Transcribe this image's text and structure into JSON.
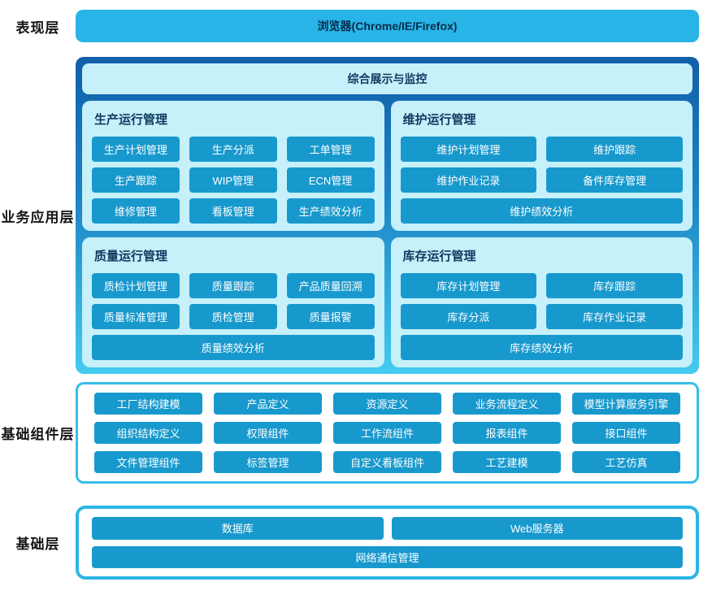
{
  "colors": {
    "bar_cyan": "#29b4e7",
    "business_gradient_top": "#115fa9",
    "business_gradient_bottom": "#44cbf0",
    "panel_light_cyan": "#c6f0fa",
    "button_blue": "#1899cd",
    "outline_cyan": "#36bee9",
    "title_navy": "#0e3a5f",
    "button_text": "#ffffff",
    "label_text": "#141414"
  },
  "layers": {
    "presentation": {
      "label": "表现层",
      "bar": "浏览器(Chrome/IE/Firefox)"
    },
    "business": {
      "label": "业务应用层",
      "header": "综合展示与监控",
      "panels": [
        {
          "id": "production",
          "title": "生产运行管理",
          "cols": 3,
          "last_spans_row": false,
          "buttons": [
            "生产计划管理",
            "生产分派",
            "工单管理",
            "生产跟踪",
            "WIP管理",
            "ECN管理",
            "维修管理",
            "看板管理",
            "生产绩效分析"
          ]
        },
        {
          "id": "maintenance",
          "title": "维护运行管理",
          "cols": 2,
          "last_spans_row": true,
          "buttons": [
            "维护计划管理",
            "维护跟踪",
            "维护作业记录",
            "备件库存管理",
            "维护绩效分析"
          ]
        },
        {
          "id": "quality",
          "title": "质量运行管理",
          "cols": 3,
          "last_spans_row": true,
          "buttons": [
            "质检计划管理",
            "质量跟踪",
            "产品质量回溯",
            "质量标准管理",
            "质检管理",
            "质量报警",
            "质量绩效分析"
          ]
        },
        {
          "id": "inventory",
          "title": "库存运行管理",
          "cols": 2,
          "last_spans_row": true,
          "buttons": [
            "库存计划管理",
            "库存跟踪",
            "库存分派",
            "库存作业记录",
            "库存绩效分析"
          ]
        }
      ]
    },
    "components": {
      "label": "基础组件层",
      "buttons": [
        "工厂结构建模",
        "产品定义",
        "资源定义",
        "业务流程定义",
        "模型计算服务引擎",
        "组织结构定义",
        "权限组件",
        "工作流组件",
        "报表组件",
        "接口组件",
        "文件管理组件",
        "标签管理",
        "自定义看板组件",
        "工艺建模",
        "工艺仿真"
      ]
    },
    "base": {
      "label": "基础层",
      "buttons": [
        "数据库",
        "Web服务器",
        "网络通信管理"
      ]
    }
  }
}
